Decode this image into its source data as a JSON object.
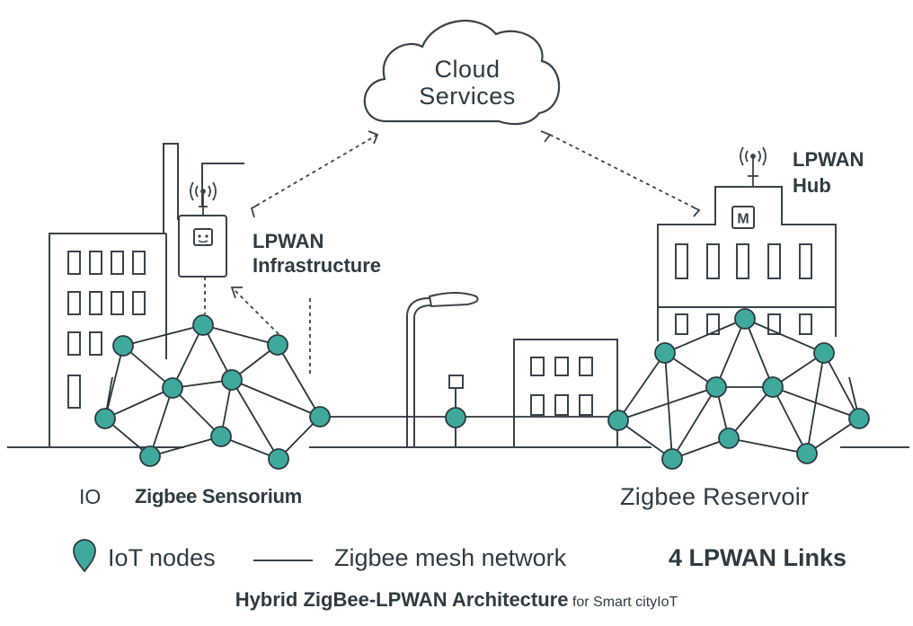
{
  "cloud": {
    "line1": "Cloud",
    "line2": "Services"
  },
  "infrastructure": {
    "line1": "LPWAN",
    "line2": "Infrastructure"
  },
  "hub": {
    "line1": "LPWAN",
    "line2": "Hub",
    "badge": "M"
  },
  "clusters": {
    "left_prefix": "IO",
    "left_label": "Zigbee Sensorium",
    "right_label": "Zigbee Reservoir"
  },
  "legend": {
    "nodes": "IoT nodes",
    "mesh": "Zigbee mesh network",
    "links": "4 LPWAN Links"
  },
  "footer": {
    "main": "Hybrid ZigBee-LPWAN Architecture",
    "sub": "for Smart cityIoT"
  },
  "colors": {
    "node_fill": "#3fa99c",
    "stroke": "#3a4348",
    "node_stroke": "#2b3a3f"
  }
}
